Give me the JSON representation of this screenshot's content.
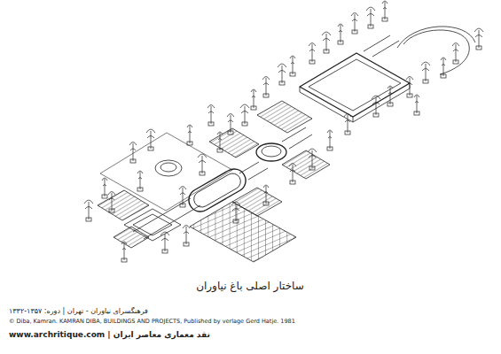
{
  "diagram": {
    "title": "ساختار اصلی باغ نیاوران",
    "labels": [
      "فرهنگسرای نیاوران - تهران | دوره: ۱۳۵۷-۱۳۳۲",
      "© Diba, Kamran. KAMRAN DIBA, BUILDINGS AND PROJECTS, Published by verlage Gerd Hatje. 1981",
      "www.archritique.com | نقد معماری معاصر ایران"
    ]
  }
}
